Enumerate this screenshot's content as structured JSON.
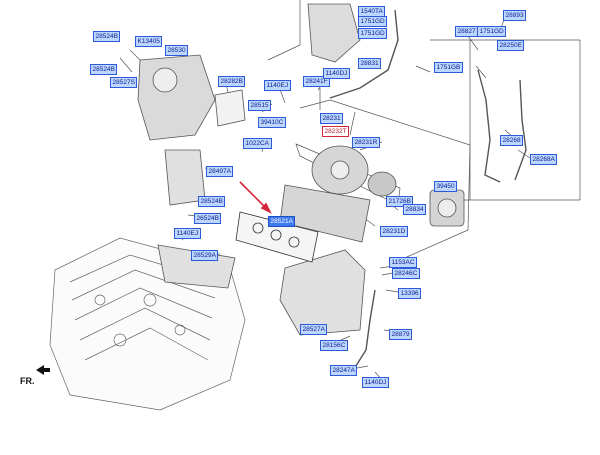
{
  "diagram": {
    "front_label": "FR.",
    "highlight_color": "#d1263b",
    "callout_color": "#bcd6ff",
    "selected_color": "#3f7bf0"
  },
  "callouts": [
    {
      "id": "c01",
      "text": "28524B",
      "state": "normal"
    },
    {
      "id": "c02",
      "text": "K13405",
      "state": "normal"
    },
    {
      "id": "c03",
      "text": "28530",
      "state": "normal"
    },
    {
      "id": "c04",
      "text": "28524B",
      "state": "normal"
    },
    {
      "id": "c05",
      "text": "28527S",
      "state": "normal"
    },
    {
      "id": "c06",
      "text": "28282B",
      "state": "normal"
    },
    {
      "id": "c07",
      "text": "1140EJ",
      "state": "normal"
    },
    {
      "id": "c08",
      "text": "28515",
      "state": "normal"
    },
    {
      "id": "c09",
      "text": "39410C",
      "state": "normal"
    },
    {
      "id": "c10",
      "text": "1022CA",
      "state": "normal"
    },
    {
      "id": "c11",
      "text": "28497A",
      "state": "normal"
    },
    {
      "id": "c12",
      "text": "28524B",
      "state": "normal"
    },
    {
      "id": "c13",
      "text": "26524B",
      "state": "normal"
    },
    {
      "id": "c14",
      "text": "1140EJ",
      "state": "normal"
    },
    {
      "id": "c15",
      "text": "28529A",
      "state": "normal"
    },
    {
      "id": "c16",
      "text": "28521A",
      "state": "selected"
    },
    {
      "id": "c17",
      "text": "1540TA",
      "state": "normal"
    },
    {
      "id": "c18",
      "text": "1751GD",
      "state": "normal"
    },
    {
      "id": "c19",
      "text": "1751GD",
      "state": "normal"
    },
    {
      "id": "c20",
      "text": "28241F",
      "state": "normal"
    },
    {
      "id": "c21",
      "text": "1140DJ",
      "state": "normal"
    },
    {
      "id": "c22",
      "text": "28831",
      "state": "normal"
    },
    {
      "id": "c23",
      "text": "28231",
      "state": "normal"
    },
    {
      "id": "c24",
      "text": "28232T",
      "state": "highlighted"
    },
    {
      "id": "c25",
      "text": "28231R",
      "state": "normal"
    },
    {
      "id": "c26",
      "text": "28893",
      "state": "normal"
    },
    {
      "id": "c27",
      "text": "28827",
      "state": "normal"
    },
    {
      "id": "c28",
      "text": "1751GD",
      "state": "normal"
    },
    {
      "id": "c29",
      "text": "28250E",
      "state": "normal"
    },
    {
      "id": "c30",
      "text": "1751GB",
      "state": "normal"
    },
    {
      "id": "c31",
      "text": "28268",
      "state": "normal"
    },
    {
      "id": "c32",
      "text": "28268A",
      "state": "normal"
    },
    {
      "id": "c33",
      "text": "39450",
      "state": "normal"
    },
    {
      "id": "c34",
      "text": "21726B",
      "state": "normal"
    },
    {
      "id": "c35",
      "text": "28834",
      "state": "normal"
    },
    {
      "id": "c36",
      "text": "28231D",
      "state": "normal"
    },
    {
      "id": "c37",
      "text": "1153AC",
      "state": "normal"
    },
    {
      "id": "c38",
      "text": "28246C",
      "state": "normal"
    },
    {
      "id": "c39",
      "text": "13396",
      "state": "normal"
    },
    {
      "id": "c40",
      "text": "28527A",
      "state": "normal"
    },
    {
      "id": "c41",
      "text": "28879",
      "state": "normal"
    },
    {
      "id": "c42",
      "text": "28156C",
      "state": "normal"
    },
    {
      "id": "c43",
      "text": "28247A",
      "state": "normal"
    },
    {
      "id": "c44",
      "text": "1140DJ",
      "state": "normal"
    }
  ]
}
